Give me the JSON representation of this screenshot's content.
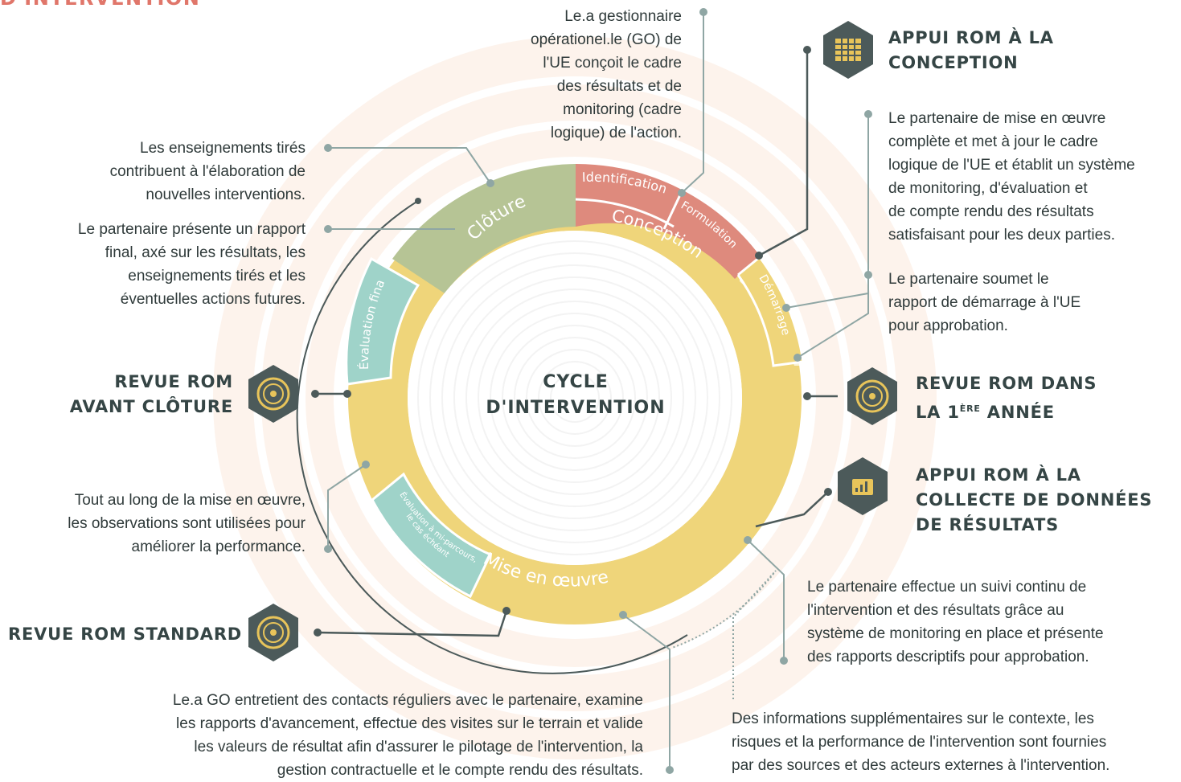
{
  "page": {
    "title_fragment": "D'INTERVENTION",
    "center_title_line1": "CYCLE",
    "center_title_line2": "D'INTERVENTION"
  },
  "colors": {
    "cloture": "#b6c495",
    "conception": "#de8a7d",
    "mise_en_oeuvre": "#efd57a",
    "evaluation": "#9fd3c9",
    "ring_bg": "#fdf0e6",
    "line": "#4c5a5a",
    "connector": "#8fa6a4",
    "hexagon": "#4c5a5a",
    "icon": "#e8c45a"
  },
  "segments": {
    "cloture": "Clôture",
    "identification": "Identification",
    "formulation": "Formulation",
    "conception": "Conception",
    "demarrage": "Démarrage",
    "mise_en_oeuvre": "Mise en œuvre",
    "evaluation_finale": "Évaluation finale",
    "evaluation_mi_parcours_line1": "Évaluation à mi-parcours,",
    "evaluation_mi_parcours_line2": "le cas échéant"
  },
  "headings": {
    "appui_conception": [
      "APPUI ROM À LA",
      "CONCEPTION"
    ],
    "revue_1ere_annee": [
      "REVUE ROM DANS",
      "LA 1",
      "ÈRE",
      " ANNÉE"
    ],
    "appui_collecte": [
      "APPUI ROM À LA",
      "COLLECTE DE DONNÉES",
      "DE RÉSULTATS"
    ],
    "revue_avant_cloture": [
      "REVUE ROM",
      "AVANT CLÔTURE"
    ],
    "revue_standard": "REVUE ROM STANDARD"
  },
  "icons": {
    "appui_conception": "grid-icon",
    "revue_1ere_annee": "review-cycle-icon",
    "appui_collecte": "bar-chart-icon",
    "revue_avant_cloture": "review-cycle-icon",
    "revue_standard": "review-cycle-icon"
  },
  "texts": {
    "go_conception": [
      "Le.a gestionnaire",
      "opérationel.le (GO) de",
      "l'UE conçoit le cadre",
      "des résultats et de",
      "monitoring (cadre",
      "logique) de l'action."
    ],
    "enseignements": [
      "Les enseignements tirés",
      "contribuent à l'élaboration de",
      "nouvelles interventions."
    ],
    "rapport_final": [
      "Le partenaire présente un rapport",
      "final, axé sur les résultats, les",
      "enseignements tirés et les",
      "éventuelles actions futures."
    ],
    "partenaire_cadre": [
      "Le partenaire de mise en œuvre",
      "complète et met à jour le cadre",
      "logique de l'UE et établit un système",
      "de monitoring, d'évaluation et",
      "de compte rendu des résultats",
      "satisfaisant pour les deux parties."
    ],
    "rapport_demarrage": [
      "Le partenaire soumet le",
      "rapport de démarrage à l'UE",
      "pour approbation."
    ],
    "observations": [
      "Tout au long de la mise en œuvre,",
      "les observations sont utilisées pour",
      "améliorer la performance."
    ],
    "suivi_continu": [
      "Le partenaire effectue un suivi continu de",
      "l'intervention et des résultats grâce au",
      "système de monitoring en place et présente",
      "des rapports descriptifs pour approbation."
    ],
    "go_contacts": [
      "Le.a GO entretient des contacts réguliers avec le partenaire, examine",
      "les rapports d'avancement, effectue des visites sur le terrain et valide",
      "les valeurs de résultat afin d'assurer le pilotage de l'intervention, la",
      "gestion contractuelle et le compte rendu des résultats."
    ],
    "infos_supplementaires": [
      "Des informations supplémentaires sur le contexte, les",
      "risques et la performance de l'intervention sont fournies",
      "par des sources et des acteurs externes à l'intervention."
    ]
  }
}
